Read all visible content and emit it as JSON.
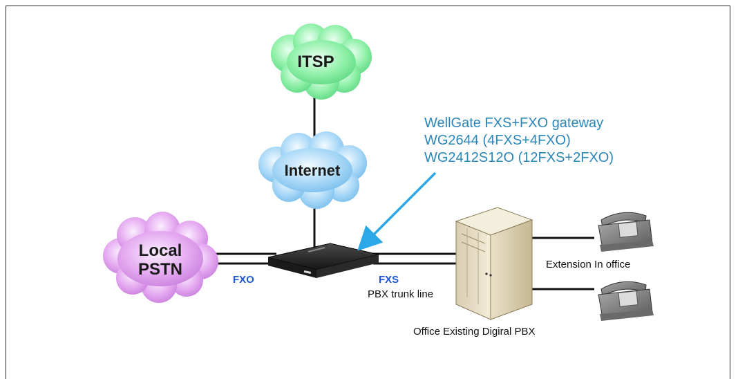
{
  "nodes": {
    "itsp": "ITSP",
    "internet": "Internet",
    "pstn_line1": "Local",
    "pstn_line2": "PSTN"
  },
  "labels": {
    "fxo": "FXO",
    "fxs": "FXS",
    "pbx_trunk": "PBX trunk line",
    "extension": "Extension In office",
    "pbx": "Office Existing Digiral PBX"
  },
  "callout": {
    "line1": "WellGate FXS+FXO gateway",
    "line2": "WG2644 (4FXS+4FXO)",
    "line3": "WG2412S12O (12FXS+2FXO)"
  },
  "colors": {
    "itsp_cloud": "#8ff0a8",
    "internet_cloud": "#a9d8f7",
    "pstn_cloud": "#e4a8f0",
    "callout_text": "#2a86b8",
    "port_label": "#1f57d1",
    "arrow": "#2aa8e8"
  }
}
